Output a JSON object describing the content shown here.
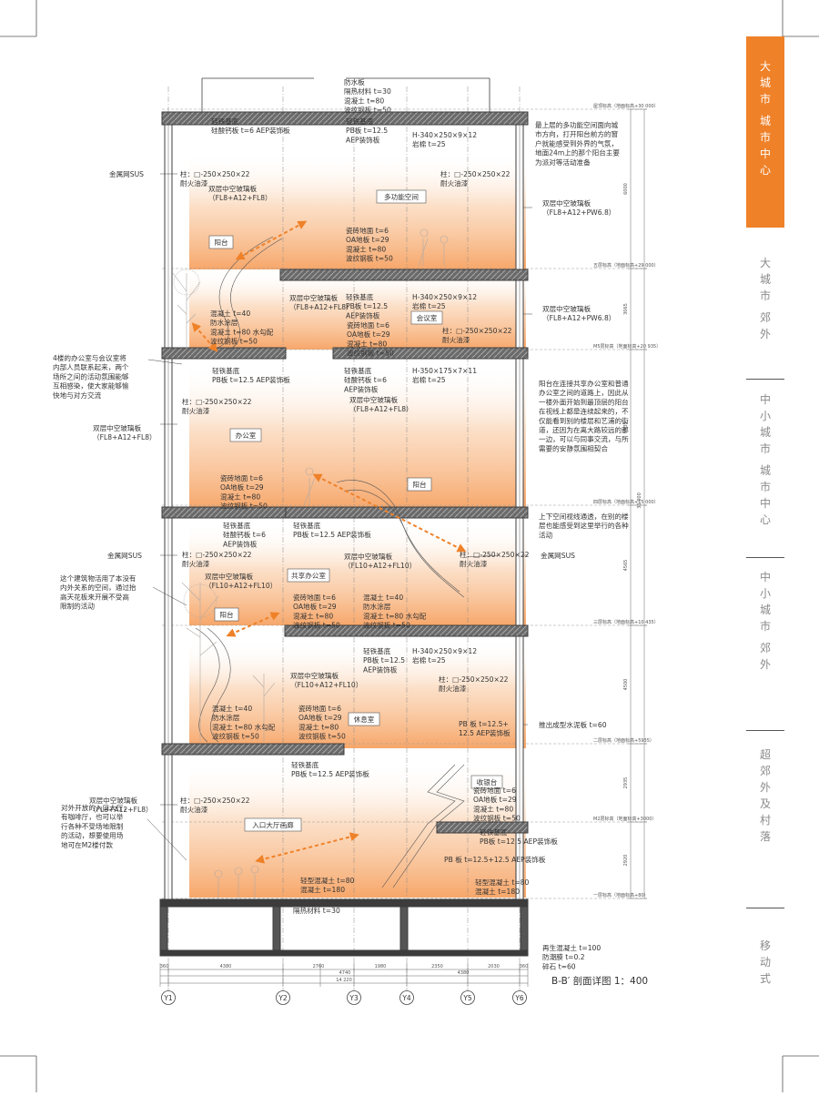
{
  "caption": "B-B′ 剖面详图  1：400",
  "sidebar": {
    "items": [
      {
        "chars": [
          "大",
          "城",
          "市",
          "",
          "城",
          "市",
          "中",
          "心"
        ],
        "active": true
      },
      {
        "chars": [
          "大",
          "城",
          "市",
          "",
          "郊",
          "外"
        ],
        "active": false
      },
      {
        "chars": [
          "中",
          "小",
          "城",
          "市",
          "",
          "城",
          "市",
          "中",
          "心"
        ],
        "active": false
      },
      {
        "chars": [
          "中",
          "小",
          "城",
          "市",
          "",
          "郊",
          "外"
        ],
        "active": false
      },
      {
        "chars": [
          "超",
          "郊",
          "外",
          "及",
          "村",
          "落"
        ],
        "active": false
      },
      {
        "chars": [
          "移",
          "动",
          "式"
        ],
        "active": false
      }
    ]
  },
  "rooms": {
    "multi": "多功能空间",
    "meeting": "会议室",
    "office": "办公室",
    "shared_office": "共享办公室",
    "lounge": "休息室",
    "reception": "收银台",
    "lobby": "入口大厅画廊",
    "balcony": "阳台"
  },
  "level_labels": {
    "roof": "屋顶标高（地面标高+30 000）",
    "l5": "五层标高（地面标高+29 000）",
    "m5": "M5层标高（地面标高+20 935）",
    "l4": "四层标高（地面标高+15 000）",
    "l3": "三层标高（地面标高+10 435）",
    "l2": "二层标高（地面标高+5935）",
    "m2": "M2层标高（地面标高+3000）",
    "l1": "一层标高（地面标高+80）"
  },
  "dims": {
    "heights": [
      "6000",
      "3065",
      "5935",
      "4565",
      "4500",
      "2935",
      "2920"
    ],
    "total_height": "30 000",
    "bottom_seg": [
      "360",
      "4380",
      "2760",
      "1980",
      "2350",
      "2030",
      "360"
    ],
    "bottom_mid": [
      "4740",
      "4380"
    ],
    "total_width": "14 220",
    "grid": [
      "Y1",
      "Y2",
      "Y3",
      "Y4",
      "Y5",
      "Y6"
    ]
  },
  "notes": {
    "roof_top": [
      "防水板",
      "隔热材料 t=30",
      "混凝土 t=80",
      "波纹钢板 t=50"
    ],
    "roof_l": [
      "轻铁基底",
      "硅酸钙板 t=6 AEP装饰板"
    ],
    "roof_c": [
      "轻铁基底",
      "PB板 t=12.5",
      "AEP装饰板"
    ],
    "roof_beam": [
      "H-340×250×9×12",
      "岩棉 t=25"
    ],
    "top_right": [
      "最上层的多功能空间面向城",
      "市方向，打开阳台前方的窗",
      "户就能感受到外界的气氛，",
      "地面24m上的那个阳台主要",
      "为派对等活动准备"
    ],
    "mesh_sus_1": "金属网SUS",
    "col_r5": [
      "柱：□-250×250×22",
      "耐火油漆"
    ],
    "col_l5": [
      "柱：□-250×250×22",
      "耐火油漆"
    ],
    "glass_5": [
      "双层中空玻璃板",
      "（FL8+A12+FL8）"
    ],
    "glass_r5": [
      "双层中空玻璃板",
      "（FL8+A12+PW6.8）"
    ],
    "floor_5": [
      "瓷砖地面 t=6",
      "OA地板 t=29",
      "混凝土 t=80",
      "波纹钢板 t=50"
    ],
    "balc_5": [
      "混凝土 t=40",
      "防水涂层",
      "混凝土 t=80 水勾配",
      "波纹钢板 t=50"
    ],
    "glass_4b": [
      "双层中空玻璃板",
      "（FL8+A12+FL8）"
    ],
    "l5_ceiling": [
      "轻铁基底",
      "PB板 t=12.5",
      "AEP装饰板"
    ],
    "l5_beam": [
      "H-340×250×9×12",
      "岩棉 t=25"
    ],
    "glass_r4": [
      "双层中空玻璃板",
      "（FL8+A12+PW6.8）"
    ],
    "col_r4": [
      "柱：□-250×250×22",
      "耐火油漆"
    ],
    "meeting_floor": [
      "瓷砖地面 t=6",
      "OA地板 t=29",
      "混凝土 t=80",
      "波纹钢板 t=50"
    ],
    "left_note_4": [
      "4楼的办公室与会议室将",
      "内部人员联系起来，两个",
      "场所之间的活动氛围能够",
      "互相感染，使大家能够愉",
      "快地与对方交流"
    ],
    "m5_ceiling_l": [
      "轻铁基底",
      "PB板 t=12.5 AEP装饰板"
    ],
    "m5_ceiling_c": [
      "轻铁基底",
      "硅酸钙板 t=6",
      "AEP装饰板"
    ],
    "m5_beam": [
      "H-350×175×7×11",
      "岩棉 t=25"
    ],
    "col_l4": [
      "柱：□-250×250×22",
      "耐火油漆"
    ],
    "glass_4c": [
      "双层中空玻璃板",
      "（FL8+A12+FL8）"
    ],
    "glass_l4": [
      "双层中空玻璃板",
      "（FL8+A12+FL8）"
    ],
    "right_note_4": [
      "阳台在连接共享办公室和普通",
      "办公室之间的道路上，因此从",
      "一楼外面开始到最顶层的阳台",
      "在视线上都是连续起来的，不",
      "仅能看到别的楼层和艺浦的街",
      "道，还因为在离大路较远的那",
      "一边，可以与同事交流，与所",
      "需要的安静氛围相契合"
    ],
    "office_floor": [
      "瓷砖地面 t=6",
      "OA地板 t=29",
      "混凝土 t=80",
      "波纹钢板 t=50"
    ],
    "right_note_3": [
      "上下空间视线通透，在别的楼",
      "层也能感受到这里举行的各种",
      "活动"
    ],
    "l4_ceiling_l": [
      "轻铁基底",
      "硅酸钙板 t=6",
      "AEP装饰板"
    ],
    "l4_ceiling_c": [
      "轻铁基底",
      "PB板 t=12.5 AEP装饰板"
    ],
    "mesh_sus_2": "金属网SUS",
    "col_l3": [
      "柱：□-250×250×22",
      "耐火油漆"
    ],
    "col_r3": [
      "柱：□-250×250×22",
      "耐火油漆"
    ],
    "mesh_sus_3": "金属网SUS",
    "glass_3c": [
      "双层中空玻璃板",
      "（FL10+A12+FL10）"
    ],
    "left_note_3": [
      "这个建筑物活用了本没有",
      "内外关系的空间，通过抬",
      "高天花板来开展不受高",
      "限制的活动"
    ],
    "glass_3l": [
      "双层中空玻璃板",
      "（FL10+A12+FL10）"
    ],
    "shared_floor": [
      "瓷砖地面 t=6",
      "OA地板 t=29",
      "混凝土 t=80",
      "波纹钢板 t=50"
    ],
    "balc_3": [
      "混凝土 t=40",
      "防水涂层",
      "混凝土 t=80 水勾配",
      "波纹钢板 t=50"
    ],
    "l3_ceiling": [
      "轻铁基底",
      "PB板 t=12.5",
      "AEP装饰板"
    ],
    "l3_beam": [
      "H-340×250×9×12",
      "岩棉 t=25"
    ],
    "glass_2c": [
      "双层中空玻璃板",
      "（FL10+A12+FL10）"
    ],
    "col_r2": [
      "柱：□-250×250×22",
      "耐火油漆"
    ],
    "lounge_floor": [
      "瓷砖地面 t=6",
      "OA地板 t=29",
      "混凝土 t=80",
      "波纹钢板 t=50"
    ],
    "balc_2": [
      "混凝土 t=40",
      "防水涂层",
      "混凝土 t=80 水勾配",
      "波纹钢板 t=50"
    ],
    "pb_2": [
      "PB 板 t=12.5+",
      "12.5 AEP装饰板"
    ],
    "extruded": "推出成型水泥板 t=60",
    "l2_ceiling": [
      "轻铁基底",
      "PB板 t=12.5 AEP装饰板"
    ],
    "glass_1l": [
      "双层中空玻璃板",
      "（FL8+A12+FL8）"
    ],
    "col_l1": [
      "柱：□-250×250×22",
      "耐火油漆"
    ],
    "reception_floor": [
      "瓷砖地面 t=6",
      "OA地板 t=29",
      "混凝土 t=80",
      "波纹钢板 t=50"
    ],
    "left_note_1": [
      "对外开放的入口大厅，",
      "有咖啡厅，也可以举",
      "行各种不受场地限制",
      "的活动，想要使用场",
      "地可在M2楼付款"
    ],
    "m2_ceiling": [
      "轻铁基底",
      "PB板 t=12.5 AEP装饰板"
    ],
    "pb_1": "PB 板 t=12.5+12.5 AEP装饰板",
    "light_conc_c": [
      "轻型混凝土 t=80",
      "混凝土 t=180"
    ],
    "light_conc_r": [
      "轻型混凝土 t=80",
      "混凝土 t=180"
    ],
    "insulation": "隔热材料 t=30",
    "foundation": [
      "再生混凝土 t=100",
      "防潮膜 t=0.2",
      "碎石 t=60"
    ]
  },
  "colors": {
    "accent": "#ef8128",
    "gradient_light": "#fbd3ad",
    "section_dark": "#3c3c3c",
    "line": "#8a8a8a"
  }
}
